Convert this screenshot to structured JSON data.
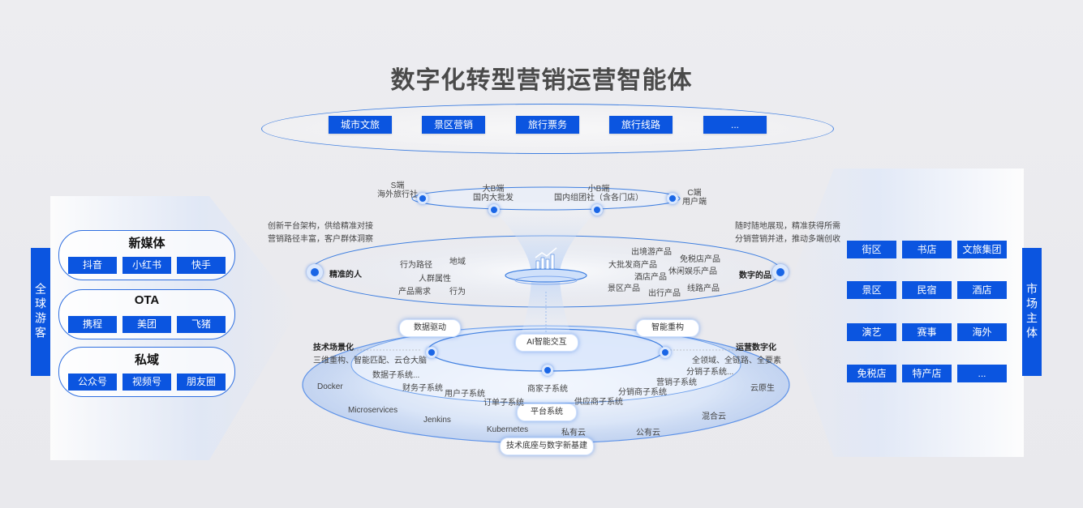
{
  "title": "数字化转型营销运营智能体",
  "top_scenes": [
    "城市文旅",
    "景区营销",
    "旅行票务",
    "旅行线路",
    "..."
  ],
  "left_bar": "全球游客",
  "right_bar": "市场主体",
  "left_groups": [
    {
      "title": "新媒体",
      "items": [
        "抖音",
        "小红书",
        "快手"
      ]
    },
    {
      "title": "OTA",
      "items": [
        "携程",
        "美团",
        "飞猪"
      ]
    },
    {
      "title": "私域",
      "items": [
        "公众号",
        "视频号",
        "朋友圈"
      ]
    }
  ],
  "right_grid": [
    [
      "街区",
      "书店",
      "文旅集团"
    ],
    [
      "景区",
      "民宿",
      "酒店"
    ],
    [
      "演艺",
      "赛事",
      "海外"
    ],
    [
      "免税店",
      "特产店",
      "..."
    ]
  ],
  "top_ring": {
    "s_end": {
      "name": "S端",
      "desc": "海外旅行社"
    },
    "big_b": {
      "name": "大B端",
      "desc": "国内大批发"
    },
    "small_b": {
      "name": "小B端",
      "desc": "国内组团社（含各门店）"
    },
    "c_end": {
      "name": "C端",
      "desc": "用户端"
    }
  },
  "mid_ring": {
    "left_label": "精准的人",
    "right_label": "数字的品",
    "left_desc": [
      "创新平台架构，供给精准对接",
      "营销路径丰富，客户群体洞察"
    ],
    "right_desc": [
      "随时随地展现，精准获得所需",
      "分销营销并进，推动多端创收"
    ],
    "people_tags": [
      "行为路径",
      "地域",
      "人群属性",
      "产品需求",
      "行为"
    ],
    "product_tags": [
      "出境游产品",
      "免税店产品",
      "大批发商产品",
      "休闲娱乐产品",
      "酒店产品",
      "景区产品",
      "出行产品",
      "线路产品"
    ]
  },
  "bottom": {
    "pills": {
      "data": "数据驱动",
      "ai": "AI智能交互",
      "smart": "智能重构",
      "platform": "平台系统",
      "base": "技术底座与数字新基建"
    },
    "left_head": "技术场景化",
    "left_desc": "三维重构、智能匹配、云仓大脑",
    "right_head": "运营数字化",
    "right_desc": "全领域、全链路、全要素",
    "subsystems": [
      "数据子系统...",
      "分销子系统...",
      "财务子系统",
      "用户子系统",
      "商家子系统",
      "分销商子系统",
      "营销子系统",
      "订单子系统",
      "供应商子系统"
    ],
    "tech": [
      "Docker",
      "云原生",
      "Microservices",
      "Jenkins",
      "Kubernetes",
      "私有云",
      "公有云",
      "混合云"
    ]
  }
}
